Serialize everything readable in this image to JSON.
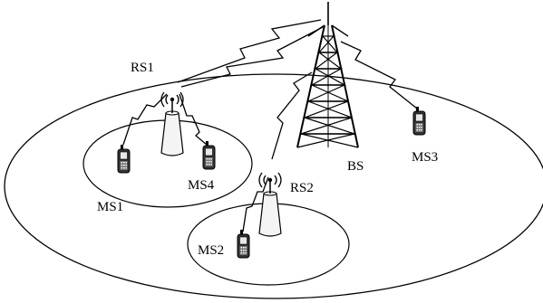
{
  "diagram": {
    "nodes": {
      "bs": {
        "label": "BS"
      },
      "rs1": {
        "label": "RS1"
      },
      "rs2": {
        "label": "RS2"
      },
      "ms1": {
        "label": "MS1"
      },
      "ms2": {
        "label": "MS2"
      },
      "ms3": {
        "label": "MS3"
      },
      "ms4": {
        "label": "MS4"
      }
    },
    "links": [
      {
        "from": "bs",
        "to": "rs1",
        "type": "wireless"
      },
      {
        "from": "bs",
        "to": "rs2",
        "type": "wireless"
      },
      {
        "from": "bs",
        "to": "ms3",
        "type": "wireless"
      },
      {
        "from": "rs1",
        "to": "ms1",
        "type": "wireless"
      },
      {
        "from": "rs1",
        "to": "ms4",
        "type": "wireless"
      },
      {
        "from": "rs2",
        "to": "ms2",
        "type": "wireless"
      }
    ],
    "cells": [
      {
        "owner": "bs",
        "name": "bs-coverage"
      },
      {
        "owner": "rs1",
        "name": "rs1-coverage"
      },
      {
        "owner": "rs2",
        "name": "rs2-coverage"
      }
    ]
  }
}
